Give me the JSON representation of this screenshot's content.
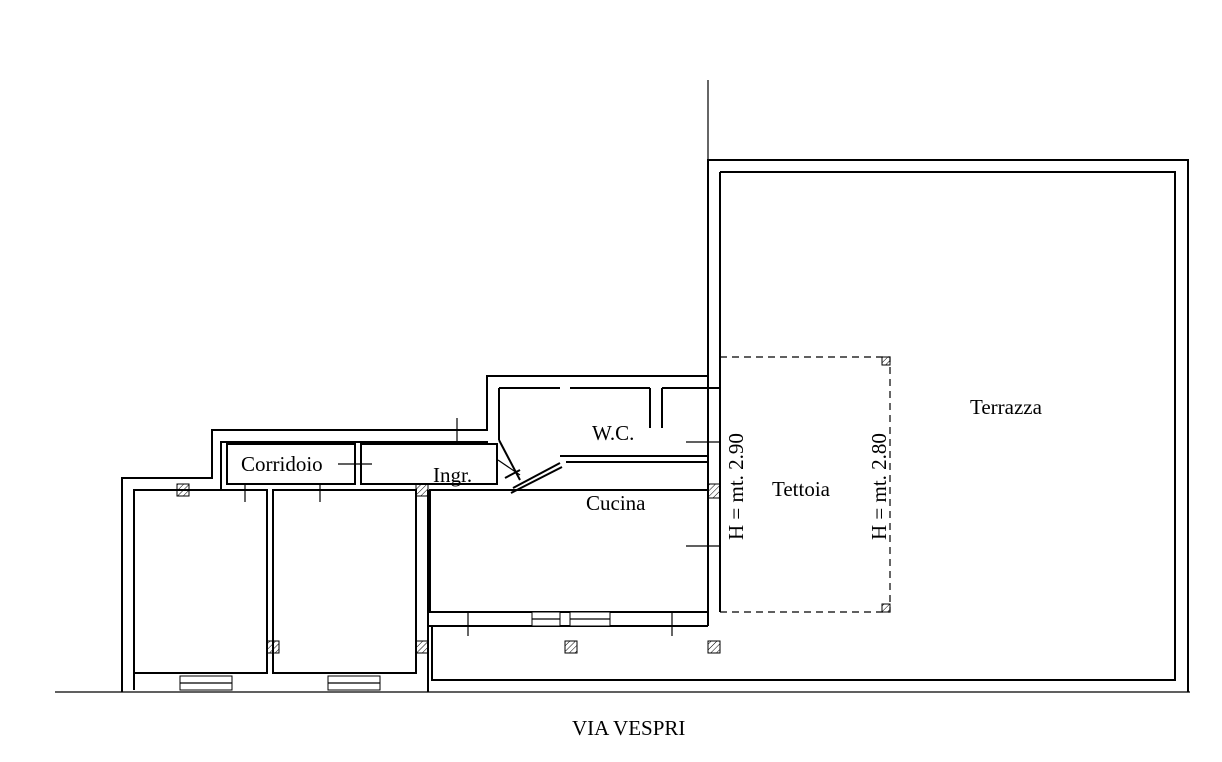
{
  "rooms": {
    "corridoio": "Corridoio",
    "ingresso": "Ingr.",
    "wc": "W.C.",
    "cucina": "Cucina",
    "tettoia": "Tettoia",
    "terrazza": "Terrazza"
  },
  "heights": {
    "cucina": "H = mt. 2.90",
    "tettoia": "H = mt. 2.80"
  },
  "street": "VIA VESPRI"
}
